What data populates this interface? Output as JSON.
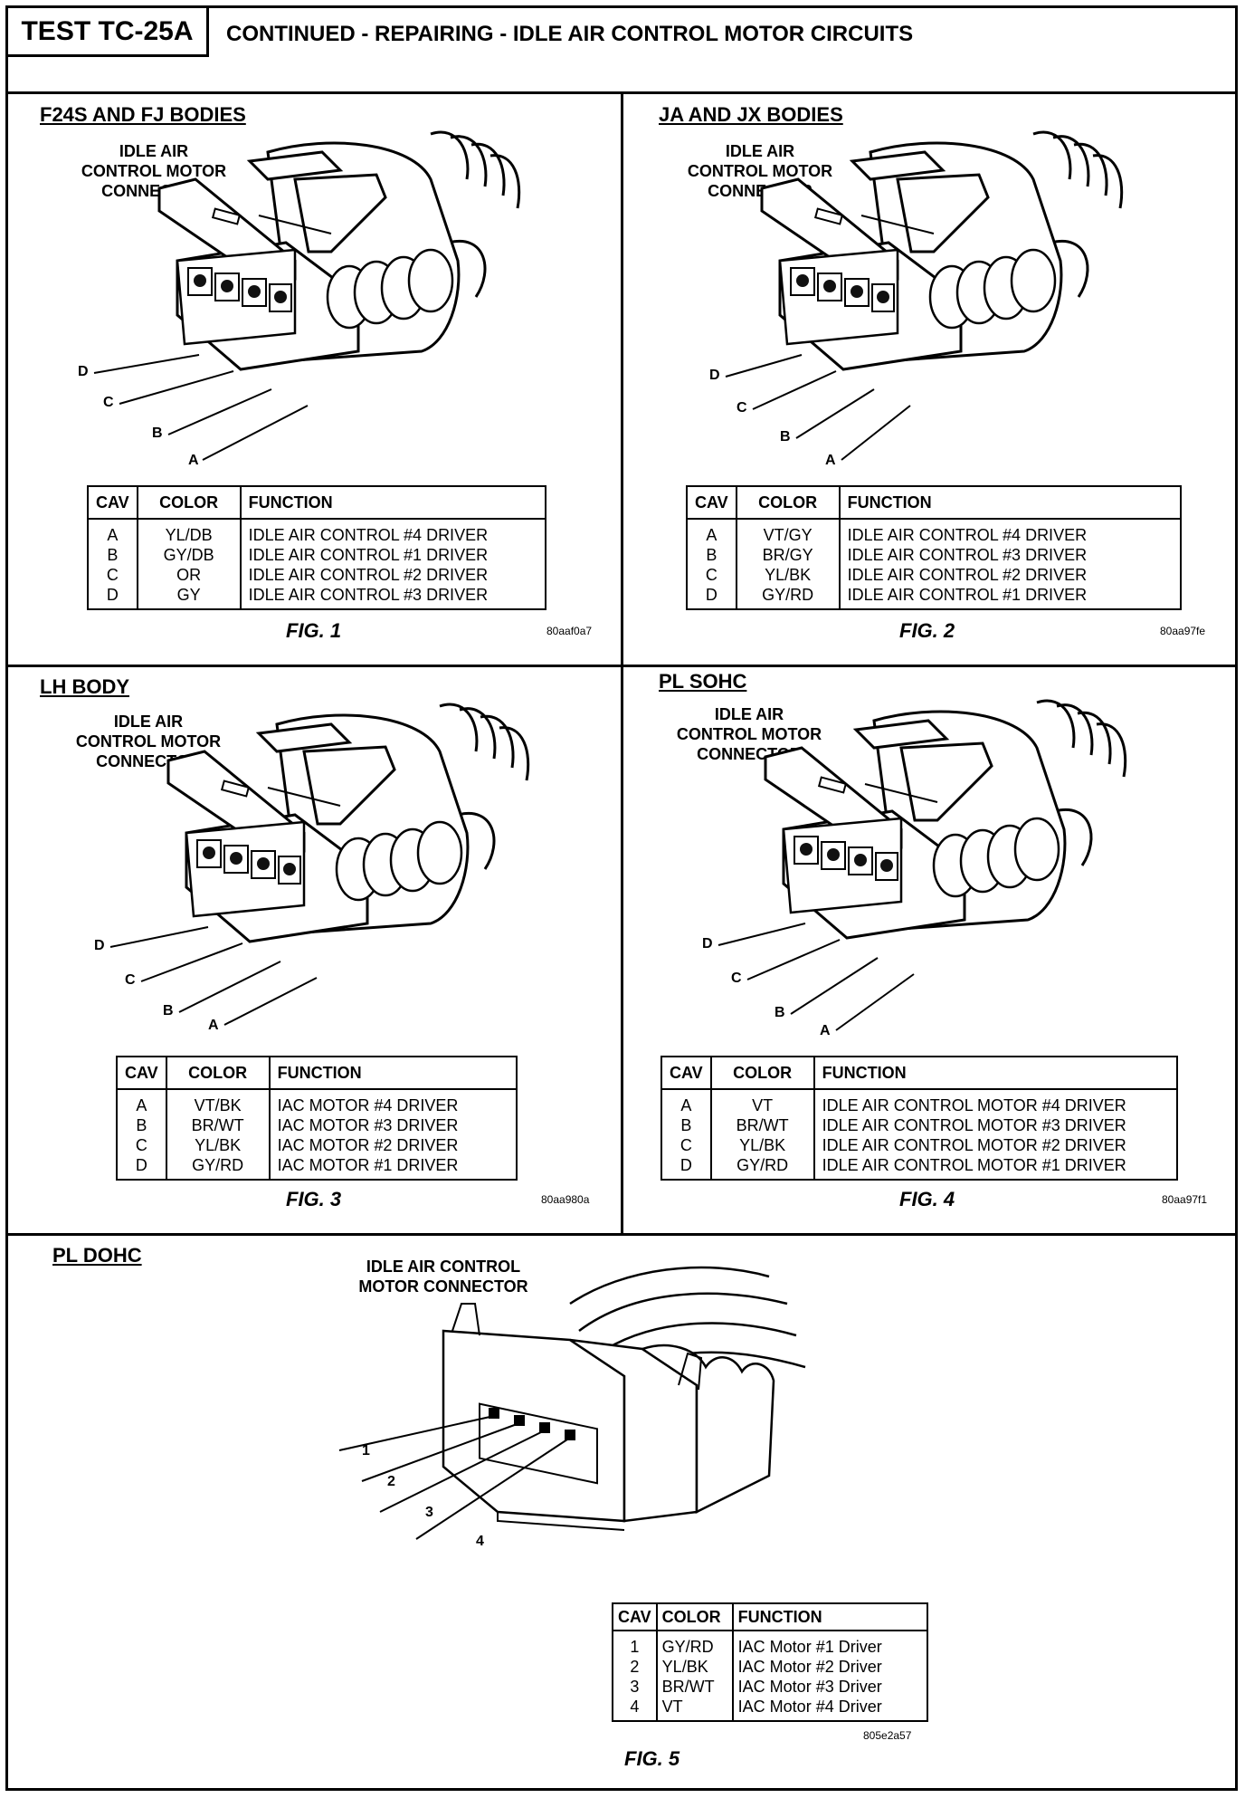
{
  "header": {
    "test_id": "TEST TC-25A",
    "title": "CONTINUED - REPAIRING - IDLE AIR CONTROL MOTOR CIRCUITS"
  },
  "figs": [
    {
      "section": "F24S AND FJ BODIES",
      "connector_label": [
        "IDLE AIR",
        "CONTROL MOTOR",
        "CONNECTOR"
      ],
      "pins": [
        "D",
        "C",
        "B",
        "A"
      ],
      "columns": [
        "CAV",
        "COLOR",
        "FUNCTION"
      ],
      "rows": [
        {
          "cav": "A",
          "color": "YL/DB",
          "function": "IDLE AIR CONTROL #4 DRIVER"
        },
        {
          "cav": "B",
          "color": "GY/DB",
          "function": "IDLE AIR CONTROL #1 DRIVER"
        },
        {
          "cav": "C",
          "color": "OR",
          "function": "IDLE AIR CONTROL #2 DRIVER"
        },
        {
          "cav": "D",
          "color": "GY",
          "function": "IDLE AIR CONTROL #3 DRIVER"
        }
      ],
      "caption": "FIG. 1",
      "code": "80aaf0a7"
    },
    {
      "section": "JA AND JX BODIES",
      "connector_label": [
        "IDLE AIR",
        "CONTROL MOTOR",
        "CONNECTOR"
      ],
      "pins": [
        "D",
        "C",
        "B",
        "A"
      ],
      "columns": [
        "CAV",
        "COLOR",
        "FUNCTION"
      ],
      "rows": [
        {
          "cav": "A",
          "color": "VT/GY",
          "function": "IDLE AIR CONTROL #4 DRIVER"
        },
        {
          "cav": "B",
          "color": "BR/GY",
          "function": "IDLE AIR CONTROL #3 DRIVER"
        },
        {
          "cav": "C",
          "color": "YL/BK",
          "function": "IDLE AIR CONTROL #2 DRIVER"
        },
        {
          "cav": "D",
          "color": "GY/RD",
          "function": "IDLE AIR CONTROL #1 DRIVER"
        }
      ],
      "caption": "FIG. 2",
      "code": "80aa97fe"
    },
    {
      "section": "LH BODY",
      "connector_label": [
        "IDLE AIR",
        "CONTROL MOTOR",
        "CONNECTOR"
      ],
      "pins": [
        "D",
        "C",
        "B",
        "A"
      ],
      "columns": [
        "CAV",
        "COLOR",
        "FUNCTION"
      ],
      "rows": [
        {
          "cav": "A",
          "color": "VT/BK",
          "function": "IAC MOTOR #4 DRIVER"
        },
        {
          "cav": "B",
          "color": "BR/WT",
          "function": "IAC MOTOR #3 DRIVER"
        },
        {
          "cav": "C",
          "color": "YL/BK",
          "function": "IAC MOTOR #2 DRIVER"
        },
        {
          "cav": "D",
          "color": "GY/RD",
          "function": "IAC MOTOR #1 DRIVER"
        }
      ],
      "caption": "FIG. 3",
      "code": "80aa980a"
    },
    {
      "section": "PL SOHC",
      "connector_label": [
        "IDLE AIR",
        "CONTROL MOTOR",
        "CONNECTOR"
      ],
      "pins": [
        "D",
        "C",
        "B",
        "A"
      ],
      "columns": [
        "CAV",
        "COLOR",
        "FUNCTION"
      ],
      "rows": [
        {
          "cav": "A",
          "color": "VT",
          "function": "IDLE AIR CONTROL MOTOR #4 DRIVER"
        },
        {
          "cav": "B",
          "color": "BR/WT",
          "function": "IDLE AIR CONTROL MOTOR #3 DRIVER"
        },
        {
          "cav": "C",
          "color": "YL/BK",
          "function": "IDLE AIR CONTROL MOTOR #2 DRIVER"
        },
        {
          "cav": "D",
          "color": "GY/RD",
          "function": "IDLE AIR CONTROL MOTOR #1 DRIVER"
        }
      ],
      "caption": "FIG. 4",
      "code": "80aa97f1"
    },
    {
      "section": "PL DOHC",
      "connector_label": [
        "IDLE AIR CONTROL",
        "MOTOR CONNECTOR"
      ],
      "pins": [
        "1",
        "2",
        "3",
        "4"
      ],
      "columns": [
        "CAV",
        "COLOR",
        "FUNCTION"
      ],
      "rows": [
        {
          "cav": "1",
          "color": "GY/RD",
          "function": "IAC Motor #1 Driver"
        },
        {
          "cav": "2",
          "color": "YL/BK",
          "function": "IAC Motor #2 Driver"
        },
        {
          "cav": "3",
          "color": "BR/WT",
          "function": "IAC Motor #3 Driver"
        },
        {
          "cav": "4",
          "color": "VT",
          "function": "IAC Motor #4 Driver"
        }
      ],
      "caption": "FIG. 5",
      "code": "805e2a57"
    }
  ]
}
